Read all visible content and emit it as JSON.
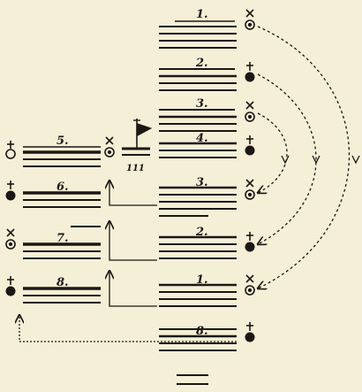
{
  "diagram": {
    "colors": {
      "ink": "#1a1714",
      "paper": "#f4efd6"
    },
    "right_column": {
      "levels": [
        {
          "label": "1.",
          "symbol": "female-cross-icon"
        },
        {
          "label": "2.",
          "symbol": "male-dot-icon"
        },
        {
          "label": "3.",
          "symbol": "female-cross-icon"
        },
        {
          "label": "4.",
          "symbol": "male-dot-icon"
        },
        {
          "label": "3.",
          "symbol": "female-cross-icon"
        },
        {
          "label": "2.",
          "symbol": "male-dot-icon"
        },
        {
          "label": "1.",
          "symbol": "female-cross-icon"
        },
        {
          "label": "8.",
          "symbol": "male-dot-icon"
        }
      ]
    },
    "left_column": {
      "levels": [
        {
          "label": "5.",
          "symbol_left": "male-open-icon",
          "symbol_right": "female-cross-icon"
        },
        {
          "label": "6.",
          "symbol_left": "male-dot-icon"
        },
        {
          "label": "7.",
          "symbol_left": "female-cross-icon"
        },
        {
          "label": "8.",
          "symbol_left": "male-dot-icon"
        }
      ]
    },
    "tally": "111"
  }
}
